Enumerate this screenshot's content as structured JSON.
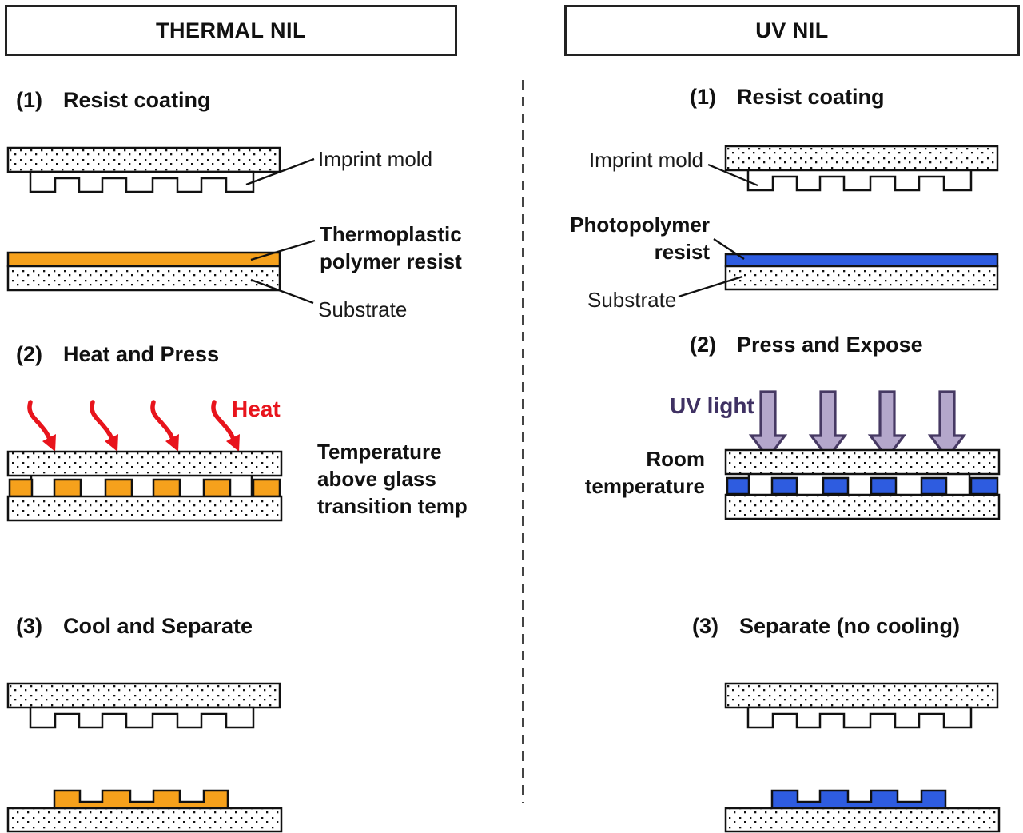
{
  "left_panel": {
    "title": "THERMAL NIL",
    "steps": [
      {
        "num": "(1)",
        "label": "Resist coating"
      },
      {
        "num": "(2)",
        "label": "Heat and Press"
      },
      {
        "num": "(3)",
        "label": "Cool and Separate"
      }
    ],
    "labels": {
      "imprint_mold": "Imprint mold",
      "resist_line1": "Thermoplastic",
      "resist_line2": "polymer resist",
      "substrate": "Substrate",
      "heat": "Heat",
      "temp_line1": "Temperature",
      "temp_line2": "above glass",
      "temp_line3": "transition temp"
    }
  },
  "right_panel": {
    "title": "UV NIL",
    "steps": [
      {
        "num": "(1)",
        "label": "Resist coating"
      },
      {
        "num": "(2)",
        "label": "Press and Expose"
      },
      {
        "num": "(3)",
        "label": "Separate (no cooling)"
      }
    ],
    "labels": {
      "imprint_mold": "Imprint mold",
      "resist_line1": "Photopolymer",
      "resist_line2": "resist",
      "substrate": "Substrate",
      "uv_light": "UV light",
      "room_line1": "Room",
      "room_line2": "temperature"
    }
  },
  "colors": {
    "thermal_resist": "#F6A11C",
    "uv_resist": "#2E5CE0",
    "heat_red": "#E8141C",
    "uv_arrow_fill": "#B4A7CB",
    "uv_arrow_stroke": "#463963",
    "uv_text": "#3F3163",
    "outline": "#111111"
  }
}
